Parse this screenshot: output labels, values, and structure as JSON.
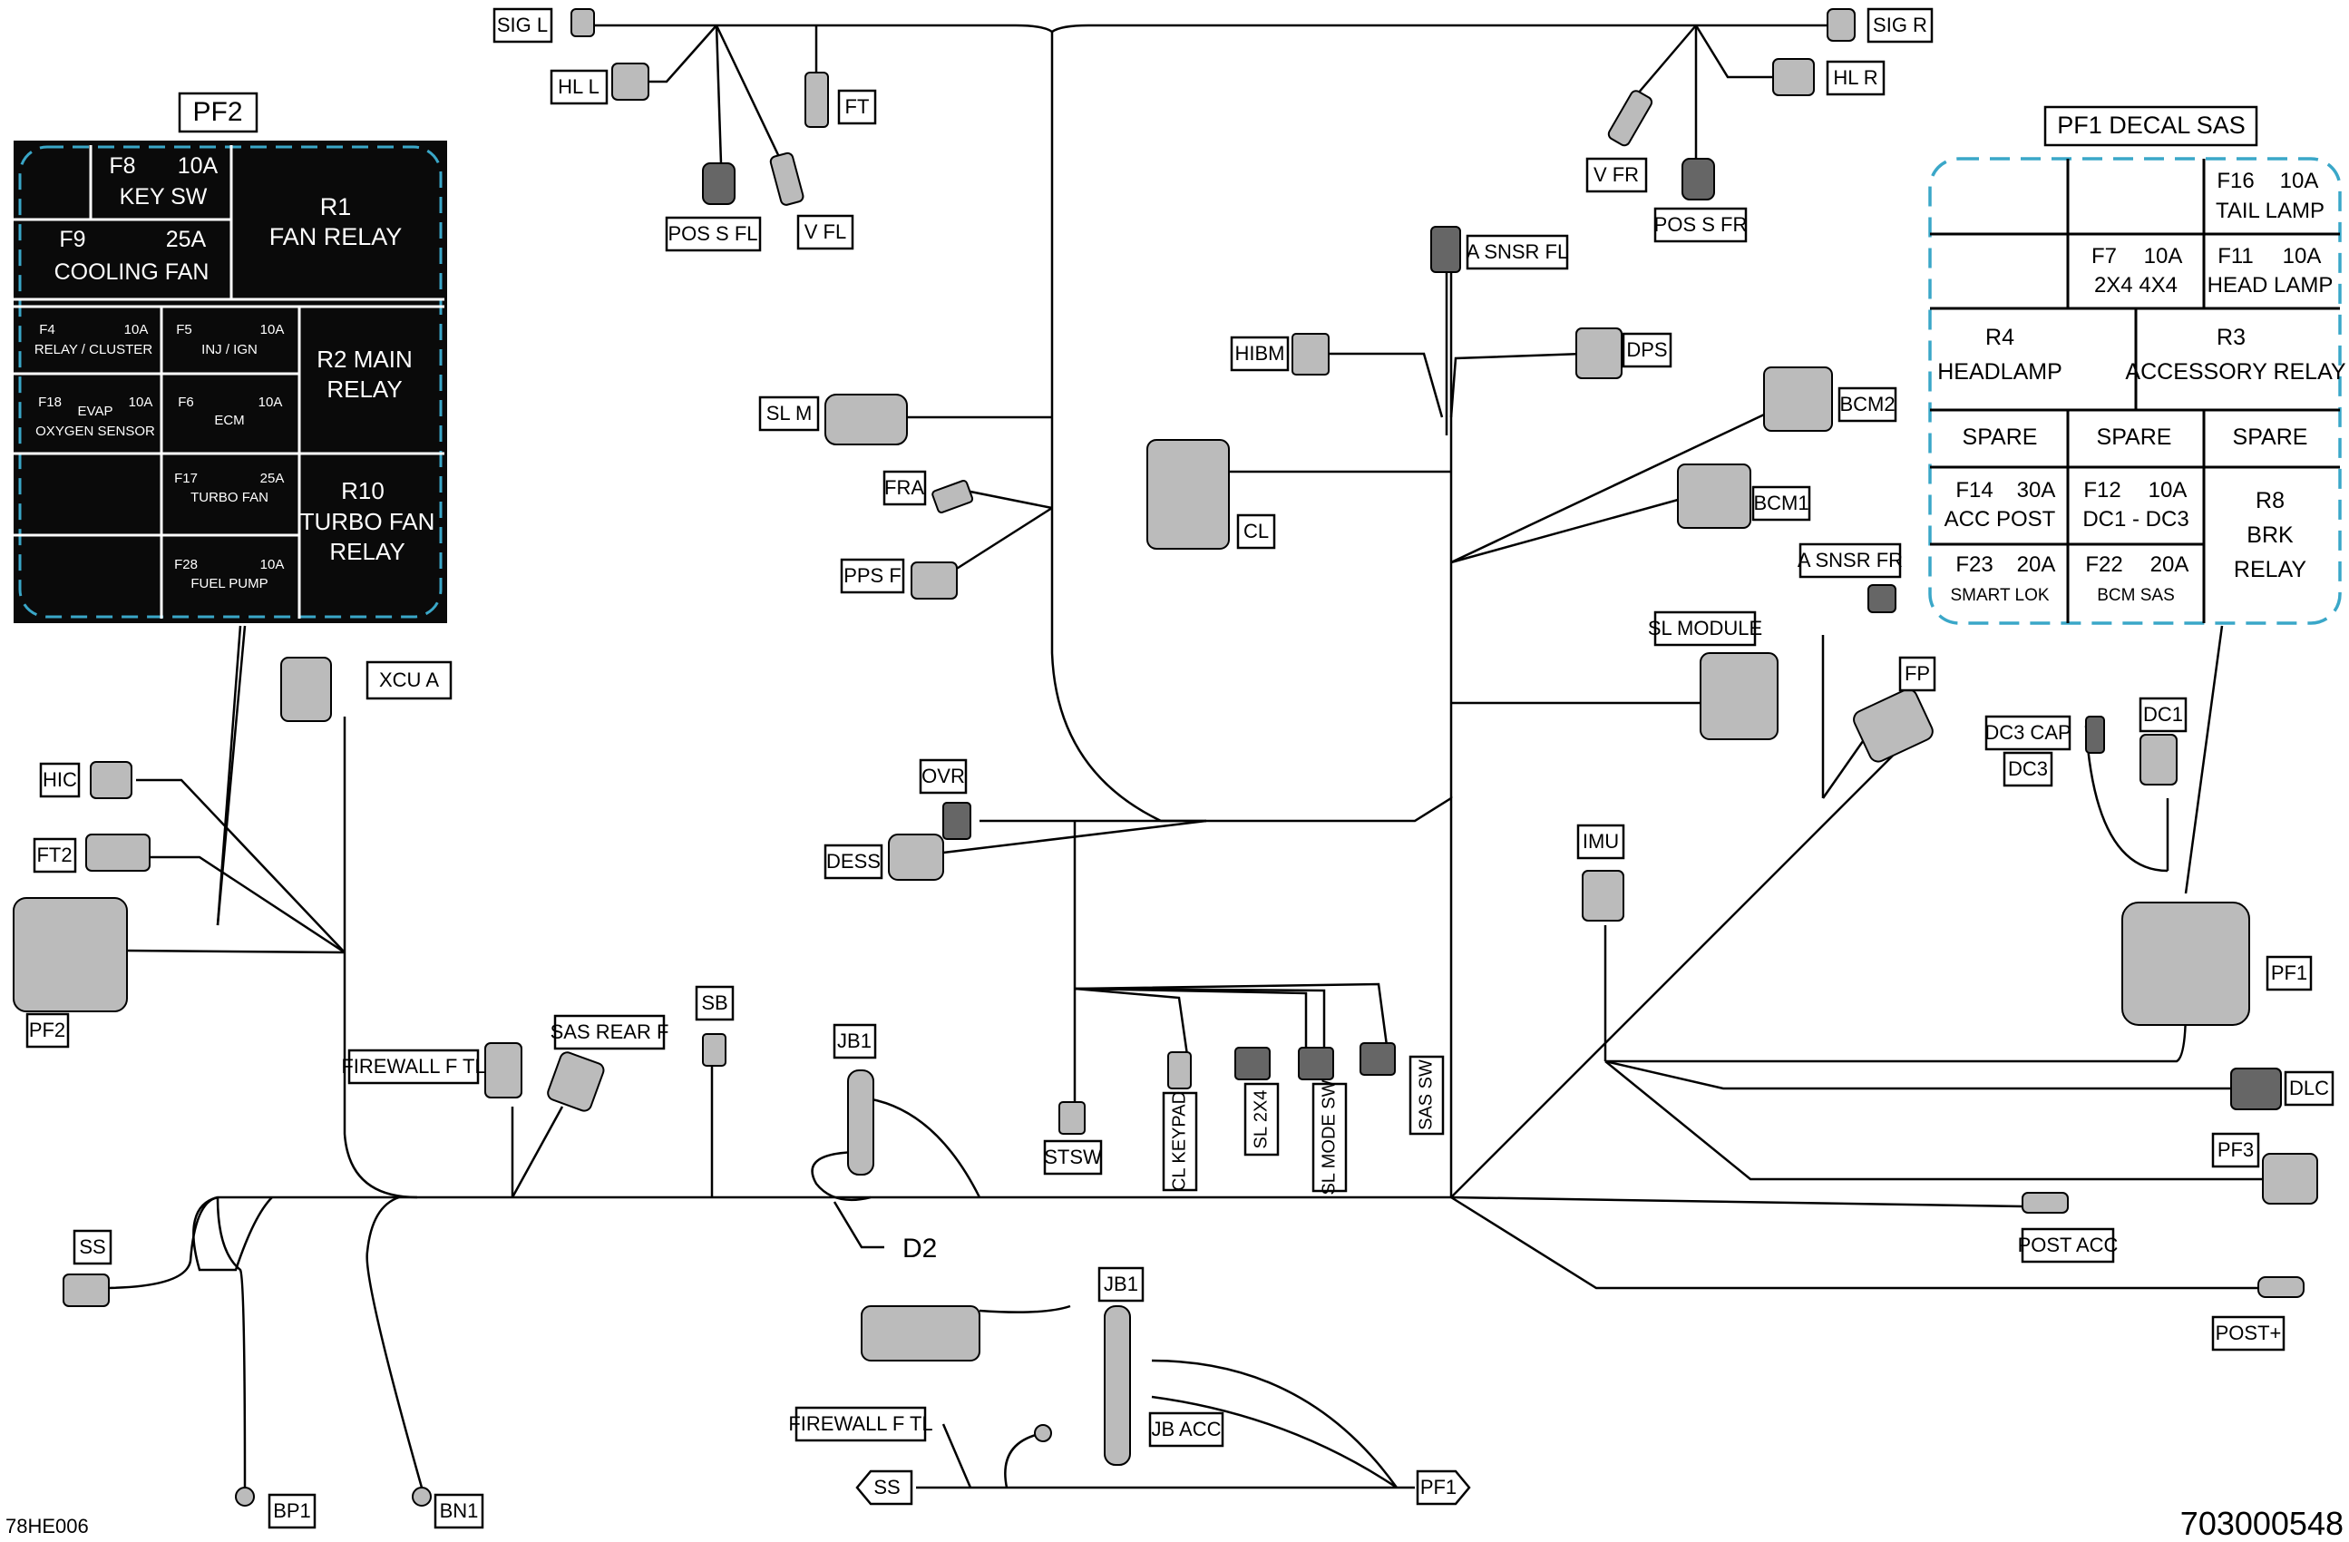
{
  "connectors": {
    "sig_l": "SIG L",
    "hl_l": "HL L",
    "pos_s_fl": "POS S FL",
    "v_fl": "V FL",
    "ft": "FT",
    "sig_r": "SIG R",
    "hl_r": "HL R",
    "v_fr": "V FR",
    "pos_s_fr": "POS S FR",
    "a_snsr_fl": "A SNSR FL",
    "hibm": "HIBM",
    "dps": "DPS",
    "bcm2": "BCM2",
    "bcm1": "BCM1",
    "sl_m": "SL M",
    "fra": "FRA",
    "pps_f": "PPS F",
    "cl": "CL",
    "a_snsr_fr": "A SNSR FR",
    "sl_module": "SL MODULE",
    "fp": "FP",
    "xcu_a": "XCU A",
    "hic": "HIC",
    "ft2": "FT2",
    "pf2": "PF2",
    "ovr": "OVR",
    "dess": "DESS",
    "dc3_cap": "DC3 CAP",
    "dc3": "DC3",
    "dc1": "DC1",
    "imu": "IMU",
    "pf1": "PF1",
    "dlc": "DLC",
    "pf3": "PF3",
    "post_acc": "POST ACC",
    "post_plus": "POST+",
    "firewall_f_tl": "FIREWALL F TL",
    "sas_rear_f": "SAS REAR F",
    "sb": "SB",
    "jb1": "JB1",
    "stsw": "STSW",
    "cl_keypad": "CL KEYPAD",
    "sl_2x4": "SL 2X4",
    "sl_mode_sw": "SL MODE SW",
    "sas_sw": "SAS SW",
    "ss": "SS",
    "bp1": "BP1",
    "bn1": "BN1",
    "d2": "D2",
    "jb1_lower": "JB1",
    "jb_acc": "JB ACC",
    "firewall_f_tl_lower": "FIREWALL F TL",
    "ss_lower": "SS",
    "pf1_lower": "PF1"
  },
  "pf2_box": {
    "title": "PF2",
    "cells": {
      "f8": "F8",
      "f8_amp": "10A",
      "f8_name": "KEY SW",
      "f9": "F9",
      "f9_amp": "25A",
      "f9_name": "COOLING FAN",
      "r1": "R1",
      "r1_name": "FAN RELAY",
      "f4": "F4",
      "f4_amp": "10A",
      "f4_name": "RELAY / CLUSTER",
      "f5": "F5",
      "f5_amp": "10A",
      "f5_name": "INJ / IGN",
      "r2": "R2 MAIN",
      "r2_name": "RELAY",
      "f18": "F18",
      "f18_evap": "EVAP",
      "f18_amp": "10A",
      "f18_name": "OXYGEN SENSOR",
      "f6": "F6",
      "f6_amp": "10A",
      "f6_name": "ECM",
      "f17": "F17",
      "f17_amp": "25A",
      "f17_name": "TURBO FAN",
      "r10": "R10",
      "r10_l2": "TURBO FAN",
      "r10_l3": "RELAY",
      "f28": "F28",
      "f28_amp": "10A",
      "f28_name": "FUEL PUMP"
    }
  },
  "pf1_box": {
    "title": "PF1 DECAL SAS",
    "cells": {
      "f16": "F16",
      "f16_amp": "10A",
      "f16_name": "TAIL LAMP",
      "f7": "F7",
      "f7_amp": "10A",
      "f7_name": "2X4 4X4",
      "f11": "F11",
      "f11_amp": "10A",
      "f11_name": "HEAD LAMP",
      "r4": "R4",
      "r4_name": "HEADLAMP",
      "r3": "R3",
      "r3_name": "ACCESSORY RELAY",
      "spare1": "SPARE",
      "spare2": "SPARE",
      "spare3": "SPARE",
      "f14": "F14",
      "f14_amp": "30A",
      "f14_name": "ACC POST",
      "f12": "F12",
      "f12_amp": "10A",
      "f12_name": "DC1 - DC3",
      "r8": "R8",
      "r8_l2": "BRK",
      "r8_l3": "RELAY",
      "f23": "F23",
      "f23_amp": "20A",
      "f23_name": "SMART LOK",
      "f22": "F22",
      "f22_amp": "20A",
      "f22_name": "BCM SAS"
    }
  },
  "footer": {
    "left_code": "78HE006",
    "right_code": "703000548"
  },
  "colors": {
    "accent_dashed": "#3aa7c8",
    "fusebox_bg": "#0a0a0a"
  }
}
